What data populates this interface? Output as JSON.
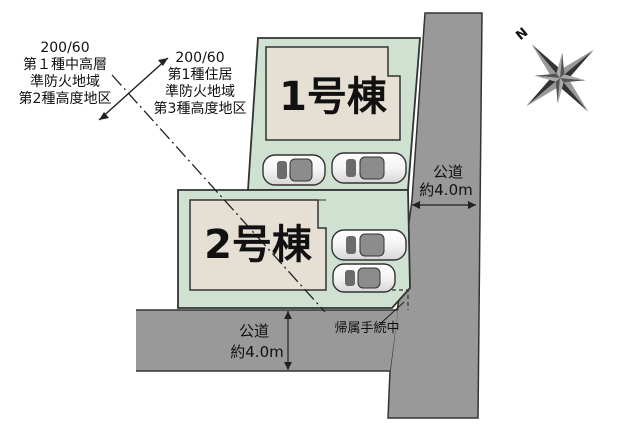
{
  "zone_left": {
    "ratio": "200/60",
    "zone": "第１種中高層",
    "fire": "準防火地域",
    "height": "第2種高度地区"
  },
  "zone_right": {
    "ratio": "200/60",
    "zone": "第1種住居",
    "fire": "準防火地域",
    "height": "第3種高度地区"
  },
  "buildings": {
    "b1": "1号棟",
    "b2": "2号棟"
  },
  "road_east": {
    "label": "公道",
    "width": "約4.0m"
  },
  "road_south": {
    "label": "公道",
    "width": "約4.0m"
  },
  "note": "帰属手続中",
  "compass": {
    "north": "N"
  },
  "colors": {
    "lot": "#cfe2d2",
    "building": "#e6dfd3",
    "road": "#999999",
    "outline": "#333333"
  }
}
